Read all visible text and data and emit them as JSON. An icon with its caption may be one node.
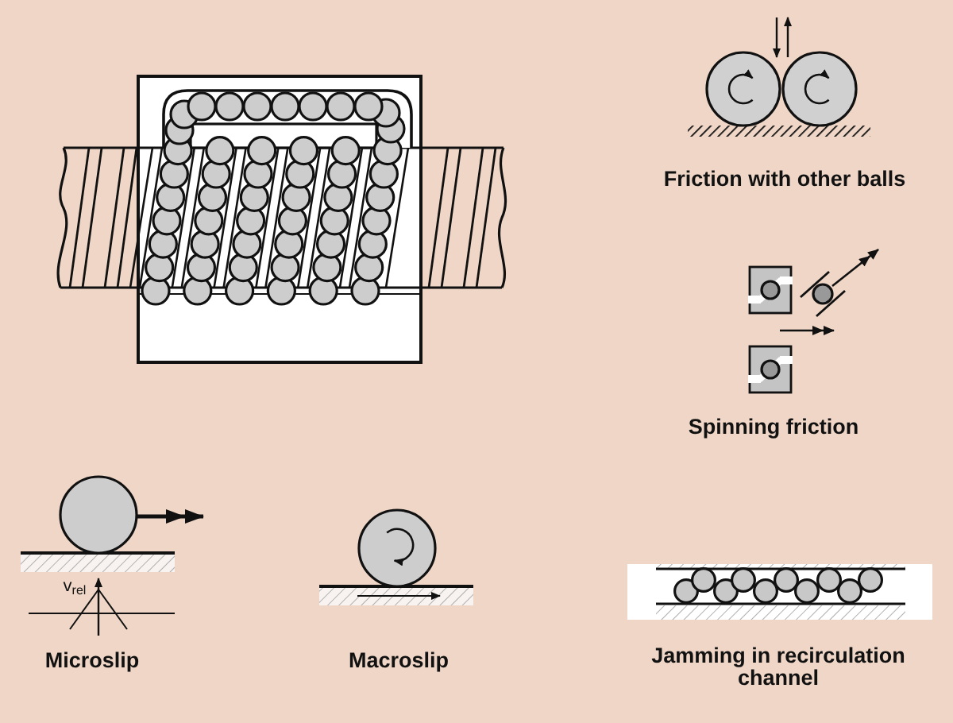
{
  "diagram": {
    "labels": [
      "Friction with other balls",
      "Spinning friction",
      "v$_{rel}$",
      "Microslip",
      "Macroslip",
      "Jamming in recirculation channel"
    ]
  }
}
